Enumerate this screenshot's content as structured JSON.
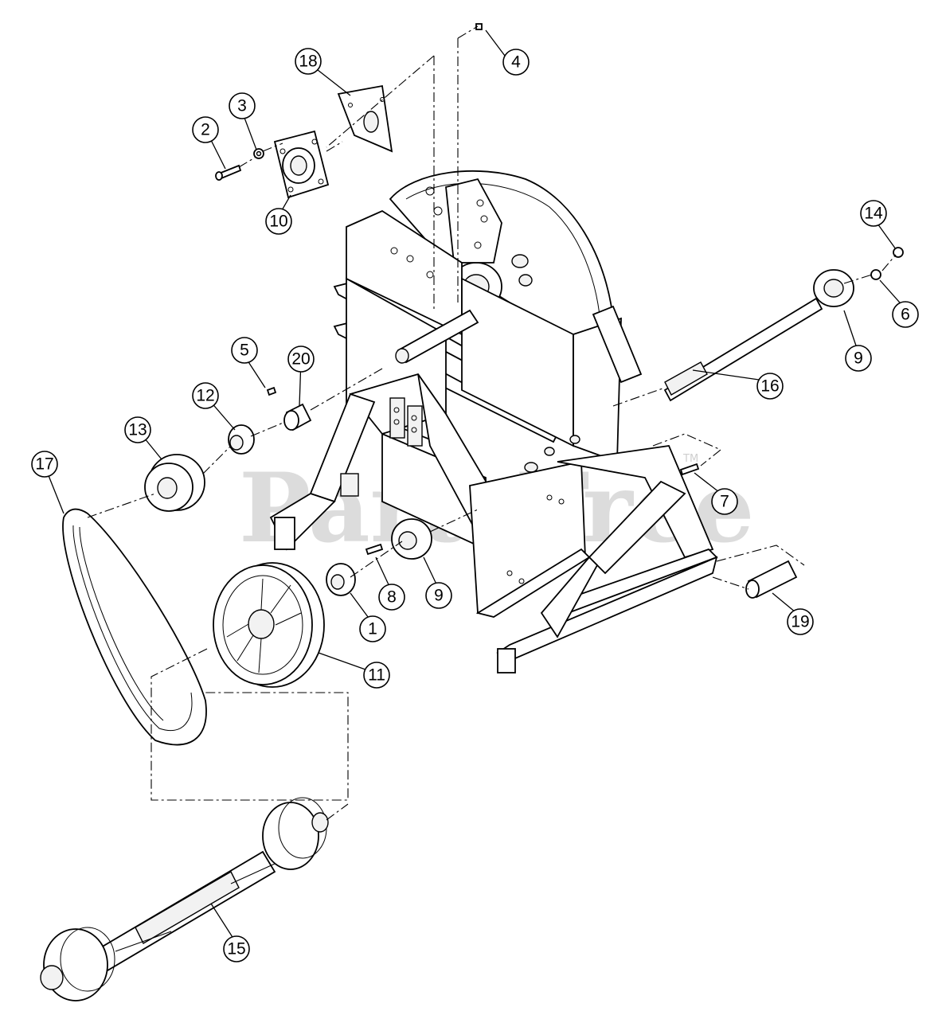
{
  "watermark": {
    "text": "PartsTree",
    "trademark": "TM"
  },
  "callouts": [
    {
      "id": "c1",
      "label": "1"
    },
    {
      "id": "c2",
      "label": "2"
    },
    {
      "id": "c3",
      "label": "3"
    },
    {
      "id": "c4",
      "label": "4"
    },
    {
      "id": "c5",
      "label": "5"
    },
    {
      "id": "c6",
      "label": "6"
    },
    {
      "id": "c7",
      "label": "7"
    },
    {
      "id": "c8",
      "label": "8"
    },
    {
      "id": "c9a",
      "label": "9"
    },
    {
      "id": "c9b",
      "label": "9"
    },
    {
      "id": "c10",
      "label": "10"
    },
    {
      "id": "c11",
      "label": "11"
    },
    {
      "id": "c12",
      "label": "12"
    },
    {
      "id": "c13",
      "label": "13"
    },
    {
      "id": "c14",
      "label": "14"
    },
    {
      "id": "c15",
      "label": "15"
    },
    {
      "id": "c16",
      "label": "16"
    },
    {
      "id": "c17",
      "label": "17"
    },
    {
      "id": "c18",
      "label": "18"
    },
    {
      "id": "c19",
      "label": "19"
    },
    {
      "id": "c20",
      "label": "20"
    }
  ]
}
